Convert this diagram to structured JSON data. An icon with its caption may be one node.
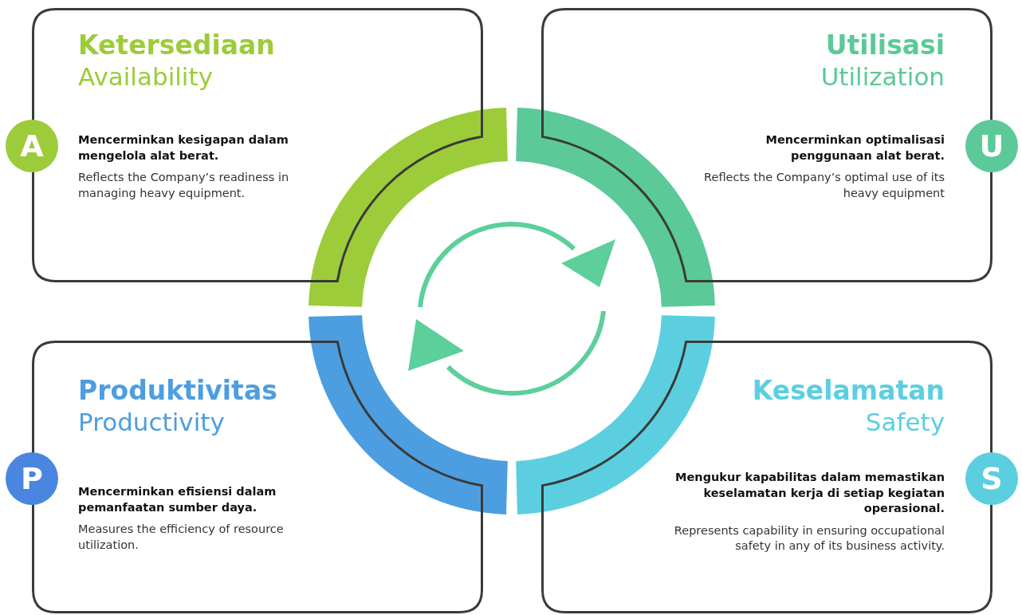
{
  "diagram": {
    "nodes": [
      {
        "text": [
          "Ketersediaan",
          "Availability",
          "Mencerminkan kesigapan dalam mengelola alat berat.",
          "Reflects the Company’s readiness in managing heavy equipment."
        ]
      },
      {
        "text": [
          "A"
        ]
      },
      {
        "text": [
          "Utilisasi",
          "Utilization",
          "Mencerminkan optimalisasi penggunaan alat berat.",
          "Reflects the Company’s optimal use of its heavy equipment"
        ]
      },
      {
        "text": [
          "U"
        ]
      },
      {
        "text": [
          "Produktivitas",
          "Productivity",
          "Mencerminkan efisiensi dalam pemanfaatan sumber daya.",
          "Measures the efficiency of resource utilization."
        ]
      },
      {
        "text": [
          "P"
        ]
      },
      {
        "text": [
          "Keselamatan",
          "Safety",
          "Mengukur kapabilitas dalam memastikan keselamatan kerja di setiap kegiatan operasional.",
          "Represents capability in ensuring occupational safety in any of its business activity."
        ]
      },
      {
        "text": [
          "S"
        ]
      },
      {
        "text": [],
        "shape": "arc"
      },
      {
        "text": [],
        "shape": "arc"
      },
      {
        "text": [],
        "shape": "arc"
      },
      {
        "text": [],
        "shape": "arc"
      }
    ]
  }
}
